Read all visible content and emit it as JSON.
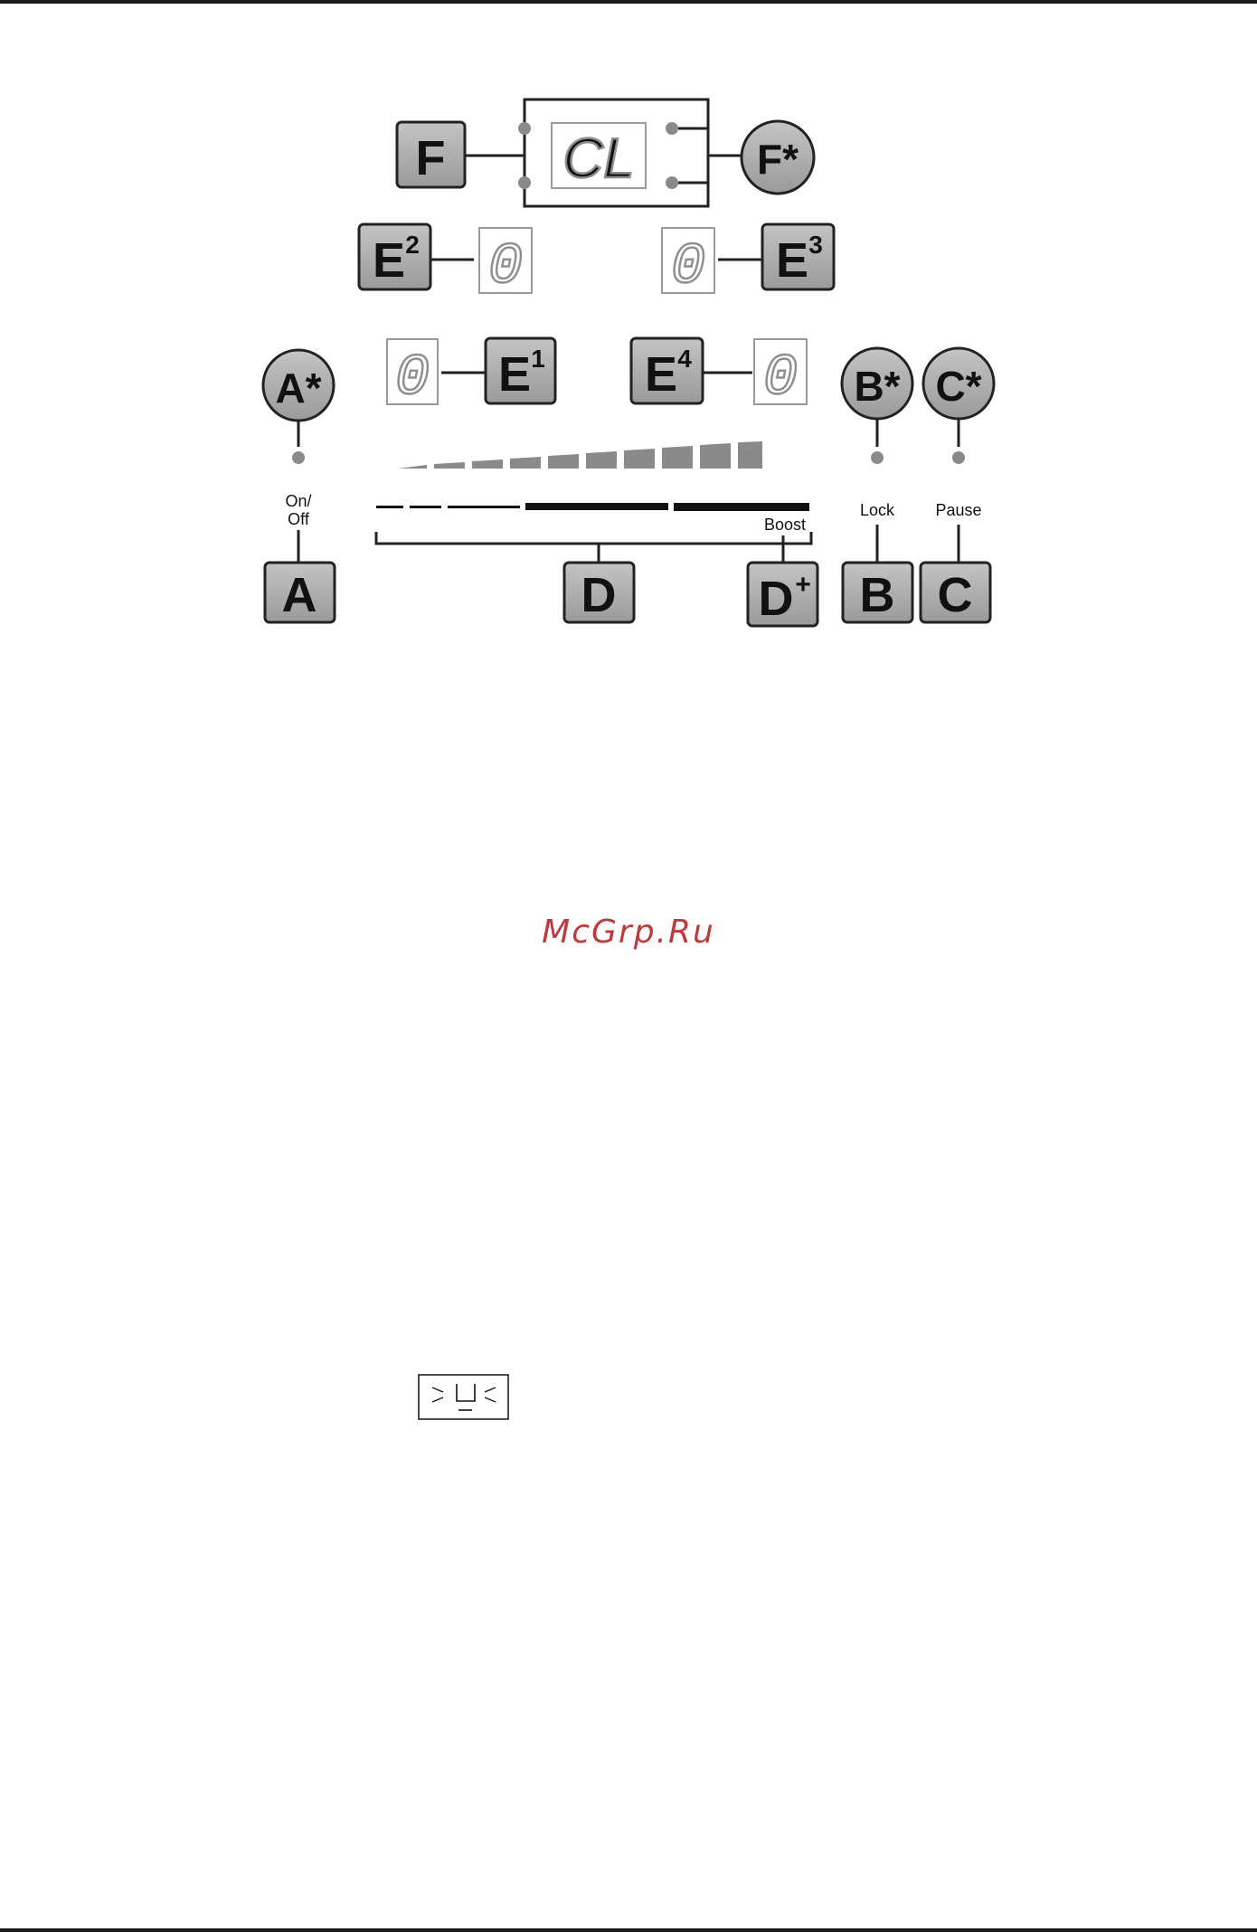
{
  "keys": {
    "A": {
      "letter": "A",
      "sup": ""
    },
    "B": {
      "letter": "B",
      "sup": ""
    },
    "C": {
      "letter": "C",
      "sup": ""
    },
    "D": {
      "letter": "D",
      "sup": ""
    },
    "D_plus": {
      "letter": "D",
      "sup": "+"
    },
    "E1": {
      "letter": "E",
      "sup": "1"
    },
    "E2": {
      "letter": "E",
      "sup": "2"
    },
    "E3": {
      "letter": "E",
      "sup": "3"
    },
    "E4": {
      "letter": "E",
      "sup": "4"
    },
    "F": {
      "letter": "F",
      "sup": ""
    }
  },
  "indicators": {
    "A_star": "A*",
    "B_star": "B*",
    "C_star": "C*",
    "F_star": "F*"
  },
  "labels": {
    "on_off_line1": "On/",
    "on_off_line2": "Off",
    "lock": "Lock",
    "pause": "Pause",
    "boost": "Boost"
  },
  "displays": {
    "timer": "CL",
    "zone_e1": "0",
    "zone_e2": "0",
    "zone_e3": "0",
    "zone_e4": "0"
  },
  "colors": {
    "key_fill": "#a9a9a9",
    "led_gray": "#8a8a8a",
    "digit_gray": "#999999"
  },
  "watermark": "McGrp.Ru"
}
